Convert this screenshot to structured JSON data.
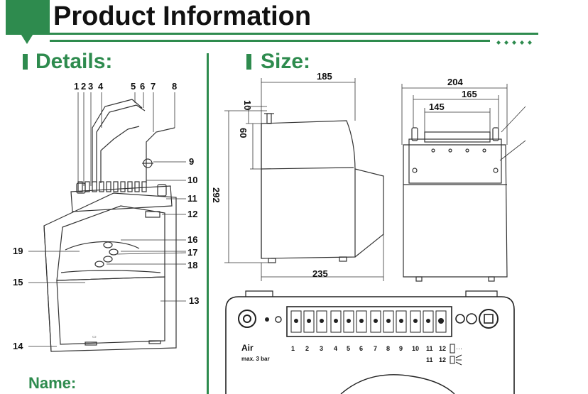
{
  "header": {
    "title": "Product Information"
  },
  "sections": {
    "details": "Details:",
    "size": "Size:",
    "name": "Name:"
  },
  "colors": {
    "accent": "#2e8b4e",
    "line": "#222222",
    "text": "#111111"
  },
  "details_callouts": [
    "1",
    "2",
    "3",
    "4",
    "5",
    "6",
    "7",
    "8",
    "9",
    "10",
    "11",
    "12",
    "13",
    "14",
    "15",
    "16",
    "17",
    "18",
    "19"
  ],
  "size_dimensions": {
    "width_top": "185",
    "width_bottom": "235",
    "height": "292",
    "small_10": "10",
    "small_60": "60",
    "depth_204": "204",
    "depth_165": "165",
    "depth_145": "145"
  },
  "panel": {
    "air_label": "Air",
    "pressure_label": "max. 3 bar",
    "ports": [
      "1",
      "2",
      "3",
      "4",
      "5",
      "6",
      "7",
      "8",
      "9",
      "10",
      "11",
      "12"
    ],
    "secondary_ports": [
      "11",
      "12"
    ]
  }
}
